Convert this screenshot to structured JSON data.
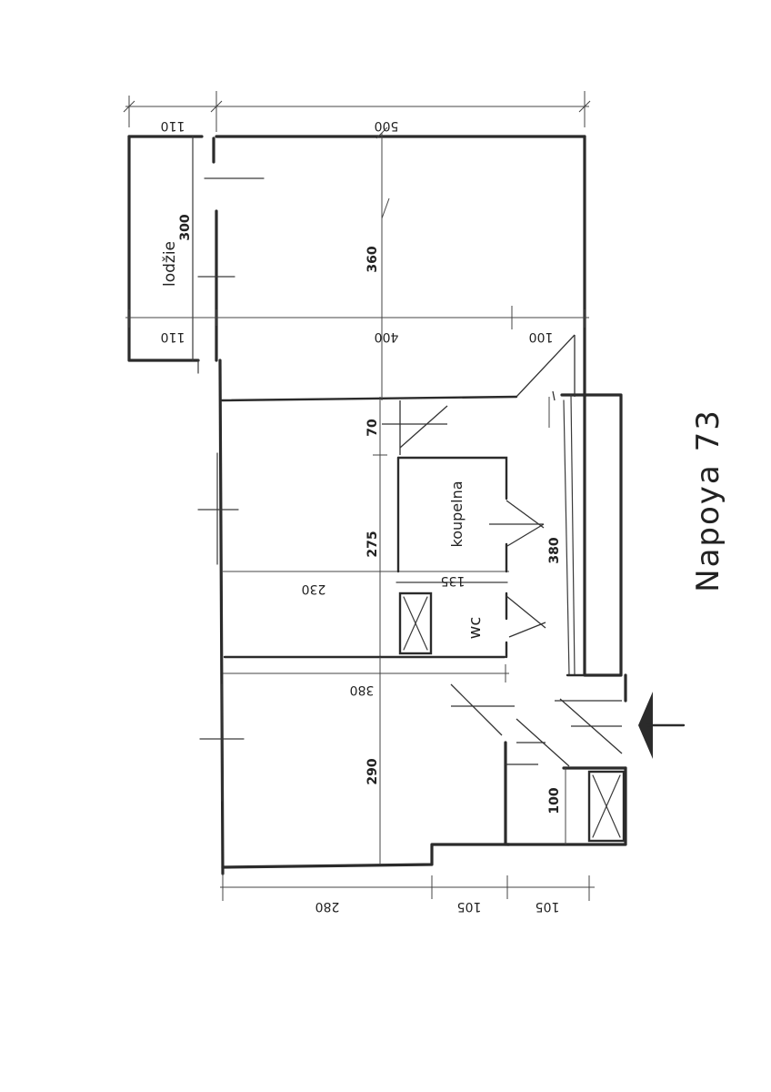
{
  "title": "Napoya 73",
  "rooms": {
    "loggia": "lodžie",
    "bathroom": "koupelna",
    "wc": "wc"
  },
  "dimensions": {
    "top_left": "110",
    "top_right": "500",
    "loggia_height": "300",
    "room1_height": "360",
    "mid_left": "110",
    "mid_center": "400",
    "mid_right": "100",
    "hall_70": "70",
    "room2_height": "275",
    "room2_width": "230",
    "bath_width": "135",
    "hall_length": "380",
    "room3_width": "380",
    "room3_height": "290",
    "small_100": "100",
    "bottom_left": "280",
    "bottom_mid": "105",
    "bottom_right": "105"
  }
}
